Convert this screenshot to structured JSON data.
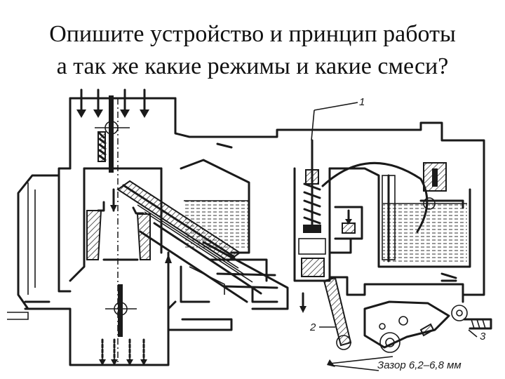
{
  "title": {
    "line1": "Опишите устройство и принцип работы",
    "line2": "а так же какие режимы и какие смеси?"
  },
  "diagram": {
    "callouts": {
      "c1": "1",
      "c2": "2",
      "c3": "3",
      "gap": "Зазор 6,2–6,8 мм"
    }
  }
}
